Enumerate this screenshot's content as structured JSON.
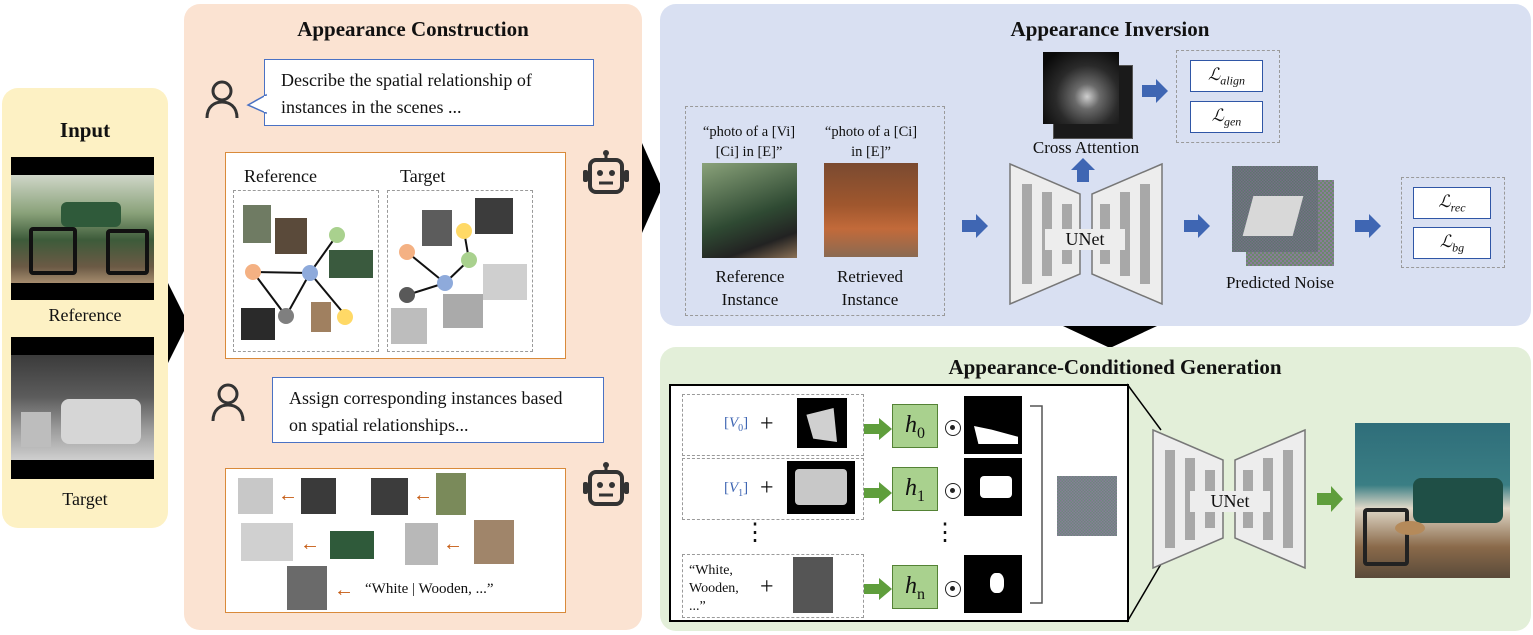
{
  "input": {
    "title": "Input",
    "reference_label": "Reference",
    "target_label": "Target"
  },
  "construction": {
    "title": "Appearance Construction",
    "prompt1": "Describe the spatial relationship of instances in the scenes ...",
    "prompt1_line1": "Describe the spatial relationship of",
    "prompt1_line2": "instances in the scenes ...",
    "graph_reference_label": "Reference",
    "graph_target_label": "Target",
    "prompt2_line1": "Assign corresponding instances based",
    "prompt2_line2": "on spatial relationships...",
    "attribute_text": "“White | Wooden, ...”",
    "arrow_glyph": "←"
  },
  "inversion": {
    "title": "Appearance Inversion",
    "ref_caption_1": "“photo of a [V",
    "ref_caption_full": "“photo of a [Vi] [Ci] in [E]”",
    "retr_caption_full": "“photo of a [Ci] in [E]”",
    "reference_instance_line1": "Reference",
    "reference_instance_line2": "Instance",
    "retrieved_instance_line1": "Retrieved",
    "retrieved_instance_line2": "Instance",
    "cross_attention_label": "Cross Attention",
    "unet_label": "UNet",
    "predicted_noise_label": "Predicted Noise",
    "loss_align": "align",
    "loss_gen": "gen",
    "loss_rec": "rec",
    "loss_bg": "bg"
  },
  "generation": {
    "title": "Appearance-Conditioned Generation",
    "v0_token": "V",
    "v0_sub": "0",
    "v1_sub": "1",
    "plus": "+",
    "h_letter": "h",
    "h0_sub": "0",
    "h1_sub": "1",
    "hn_sub": "n",
    "text_cond_line1": "“White,",
    "text_cond_line2": "Wooden,",
    "text_cond_line3": "...”",
    "ellipsis": "⋮",
    "unet_label": "UNet"
  },
  "colors": {
    "input_bg": "#fdf1c4",
    "construction_bg": "#fbe3d2",
    "inversion_bg": "#d9e0f2",
    "generation_bg": "#e3efd9",
    "accent_blue": "#3f66b3",
    "accent_green": "#5f9e3c",
    "orange": "#d98a3a"
  },
  "icons": [
    "user-icon",
    "robot-icon",
    "chevron-right-icon",
    "arrow-right-icon",
    "arrow-up-icon",
    "arrow-down-icon"
  ]
}
